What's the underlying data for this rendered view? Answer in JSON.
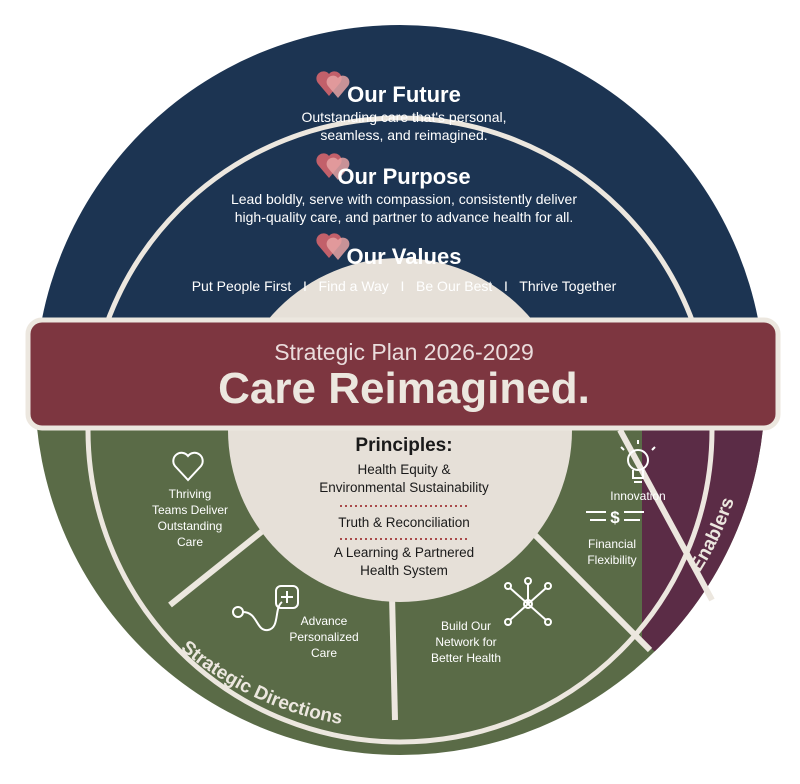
{
  "header": {
    "future": {
      "title": "Our Future",
      "lines": [
        "Outstanding care that's personal,",
        "seamless, and reimagined."
      ]
    },
    "purpose": {
      "title": "Our Purpose",
      "lines": [
        "Lead boldly, serve with compassion, consistently deliver",
        "high-quality care, and partner to advance health for all."
      ]
    },
    "values": {
      "title": "Our Values",
      "line": "Put People First   I   Find a Way   I   Be Our Best   I   Thrive Together"
    }
  },
  "banner": {
    "subtitle": "Strategic Plan 2026-2029",
    "title": "Care Reimagined."
  },
  "principles": {
    "heading": "Principles:",
    "items": [
      [
        "Health Equity &",
        "Environmental Sustainability"
      ],
      [
        "Truth & Reconciliation"
      ],
      [
        "A Learning & Partnered",
        "Health System"
      ]
    ]
  },
  "directions": {
    "label": "Strategic Directions",
    "items": [
      {
        "lines": [
          "Thriving",
          "Teams Deliver",
          "Outstanding",
          "Care"
        ],
        "icon": "heart-icon"
      },
      {
        "lines": [
          "Advance",
          "Personalized",
          "Care"
        ],
        "icon": "stethoscope-icon"
      },
      {
        "lines": [
          "Build Our",
          "Network for",
          "Better Health"
        ],
        "icon": "network-icon"
      }
    ]
  },
  "enablers": {
    "label": "Enablers",
    "items": [
      {
        "lines": [
          "Innovation"
        ],
        "icon": "lightbulb-icon"
      },
      {
        "lines": [
          "Financial",
          "Flexibility"
        ],
        "icon": "dollar-icon"
      }
    ]
  },
  "colors": {
    "navy": "#1c3452",
    "maroon": "#7d3640",
    "green": "#5a6b47",
    "purple": "#5b2c46",
    "cream": "#e6e0d8",
    "heart": "#c2606a"
  }
}
